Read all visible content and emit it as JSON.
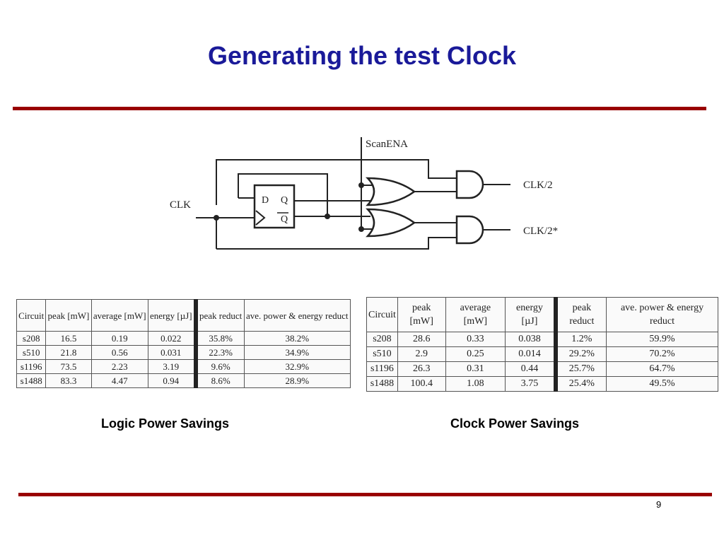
{
  "slide": {
    "title": "Generating the test Clock",
    "page_number": "9"
  },
  "diagram": {
    "scan_label": "ScanENA",
    "clk_label": "CLK",
    "out1_label": "CLK/2",
    "out2_label": "CLK/2*",
    "ff_d": "D",
    "ff_q": "Q",
    "ff_qbar": "Q"
  },
  "logic_table": {
    "caption": "Logic Power Savings",
    "headers": [
      "Circuit",
      "peak [mW]",
      "average [mW]",
      "energy [µJ]",
      "peak reduct",
      "ave. power & energy reduct"
    ],
    "rows": [
      [
        "s208",
        "16.5",
        "0.19",
        "0.022",
        "35.8%",
        "38.2%"
      ],
      [
        "s510",
        "21.8",
        "0.56",
        "0.031",
        "22.3%",
        "34.9%"
      ],
      [
        "s1196",
        "73.5",
        "2.23",
        "3.19",
        "9.6%",
        "32.9%"
      ],
      [
        "s1488",
        "83.3",
        "4.47",
        "0.94",
        "8.6%",
        "28.9%"
      ]
    ]
  },
  "clock_table": {
    "caption": "Clock Power Savings",
    "headers": [
      "Circuit",
      "peak [mW]",
      "average [mW]",
      "energy [µJ]",
      "peak reduct",
      "ave. power & energy reduct"
    ],
    "rows": [
      [
        "s208",
        "28.6",
        "0.33",
        "0.038",
        "1.2%",
        "59.9%"
      ],
      [
        "s510",
        "2.9",
        "0.25",
        "0.014",
        "29.2%",
        "70.2%"
      ],
      [
        "s1196",
        "26.3",
        "0.31",
        "0.44",
        "25.7%",
        "64.7%"
      ],
      [
        "s1488",
        "100.4",
        "1.08",
        "3.75",
        "25.4%",
        "49.5%"
      ]
    ]
  }
}
